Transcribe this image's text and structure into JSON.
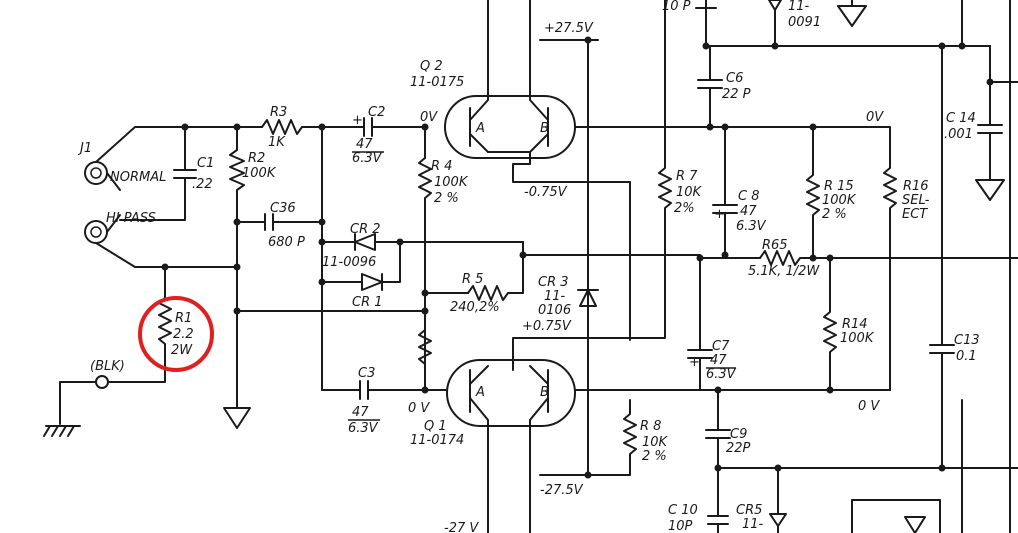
{
  "labels": {
    "j1": "J1",
    "normal": "NORMAL",
    "hipass": "HI PASS",
    "c1_name": "C1",
    "c1_val": ".22",
    "r1_name": "R1",
    "r1_val": "2.2",
    "r1_watt": "2W",
    "blk": "(BLK)",
    "r2_name": "R2",
    "r2_val": "100K",
    "r3_name": "R3",
    "r3_val": "1K",
    "c2_name": "C2",
    "c2_val": "47",
    "c2_volt": "6.3V",
    "c36_name": "C36",
    "c36_val": "680 P",
    "cr2_name": "CR 2",
    "cr_part": "11-0096",
    "cr1_name": "CR 1",
    "r4_name": "R 4",
    "r4_val": "100K",
    "r4_tol": "2 %",
    "r5_name": "R 5",
    "r5_val": "240,2%",
    "cr3_name": "CR 3",
    "cr3_part": "11-",
    "cr3_part2": "0106",
    "q2_name": "Q 2",
    "q2_part": "11-0175",
    "q1_name": "Q 1",
    "q1_part": "11-0174",
    "pin_a": "A",
    "pin_b": "B",
    "ov": "0V",
    "ov_space": "0 V",
    "v_pos27": "+27.5V",
    "v_neg27": "-27.5V",
    "v_neg075": "-0.75V",
    "v_pos075": "+0.75V",
    "v_neg27_bottom": "-27 V",
    "r7_name": "R 7",
    "r7_val": "10K",
    "r7_tol": "2%",
    "r8_name": "R 8",
    "r8_val": "10K",
    "r8_tol": "2 %",
    "c3_name": "C3",
    "c3_val": "47",
    "c3_volt": "6.3V",
    "c6_name": "C6",
    "c6_val": "22 P",
    "c7_name": "C7",
    "c7_val": "47",
    "c7_volt": "6.3V",
    "c8_name": "C 8",
    "c8_val": "47",
    "c8_volt": "6.3V",
    "c9_name": "C9",
    "c9_val": "22P",
    "c10_name": "C 10",
    "c10_val": "10P",
    "c10_top_val": "10 P",
    "cr5_name": "CR5",
    "cr5_part": "11-",
    "top_part": "11-",
    "top_part2": "0091",
    "r14_name": "R14",
    "r14_val": "100K",
    "r15_name": "R 15",
    "r15_val": "100K",
    "r15_tol": "2 %",
    "r16_name": "R16",
    "r16_val1": "SEL-",
    "r16_val2": "ECT",
    "r65_name": "R65",
    "r65_val": "5.1K, 1/2W",
    "c13_name": "C13",
    "c13_val": "0.1",
    "c14_name": "C 14",
    "c14_val": ".001"
  },
  "colors": {
    "ink": "#1a1a1a",
    "highlight": "#e02020",
    "paper": "#ffffff"
  }
}
